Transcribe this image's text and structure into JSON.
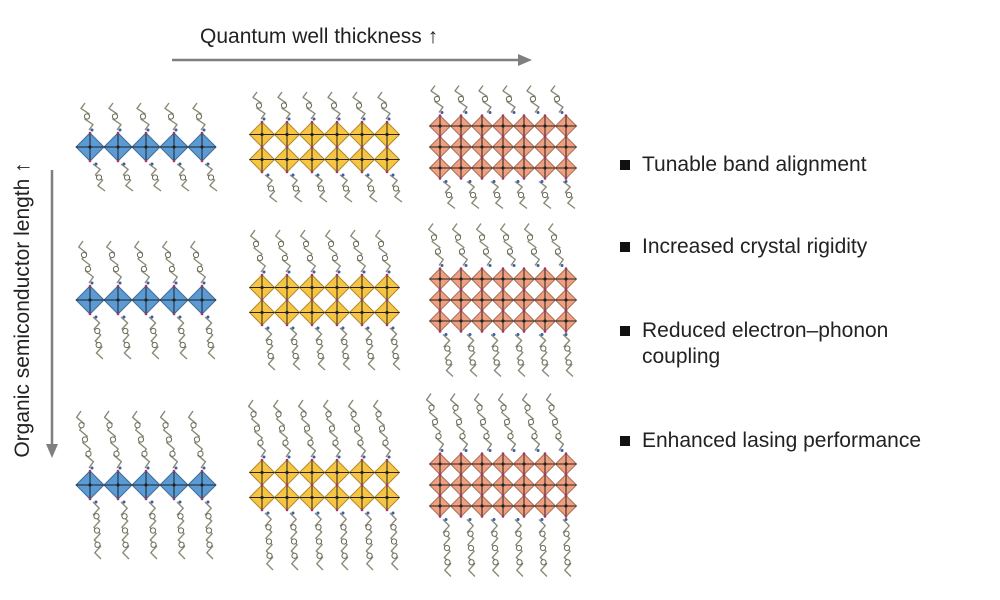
{
  "x_axis": {
    "label": "Quantum well thickness ↑"
  },
  "y_axis": {
    "label": "Organic semiconductor length ↑"
  },
  "grid": {
    "rows": 3,
    "columns": 3,
    "ligand_lengths": [
      1,
      2,
      3
    ],
    "inorganic_layers": [
      1,
      2,
      3
    ],
    "colors": {
      "column_1": "#5b9bd5",
      "column_2": "#f7c542",
      "column_3": "#f0a080",
      "ligand": "#8a8a78",
      "arrow": "#7f7f7f"
    }
  },
  "bullets": [
    {
      "text": "Tunable band alignment",
      "icon": "square-bullet-icon"
    },
    {
      "text": "Increased crystal rigidity",
      "icon": "square-bullet-icon"
    },
    {
      "text": "Reduced electron–phonon coupling",
      "icon": "square-bullet-icon"
    },
    {
      "text": "Enhanced lasing performance",
      "icon": "square-bullet-icon"
    }
  ]
}
